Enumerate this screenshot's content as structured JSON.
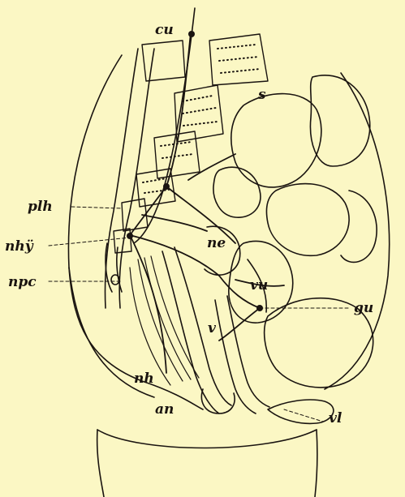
{
  "figure": {
    "background": "#fbf7c4",
    "ink": "#1a1410",
    "labels": {
      "cu": "cu",
      "s": "s",
      "plh": "plh",
      "nhy": "nhÿ",
      "npc": "npc",
      "ne": "ne",
      "vu": "vu",
      "gu": "gu",
      "v": "v",
      "nh": "nh",
      "an": "an",
      "vl": "vl"
    }
  }
}
